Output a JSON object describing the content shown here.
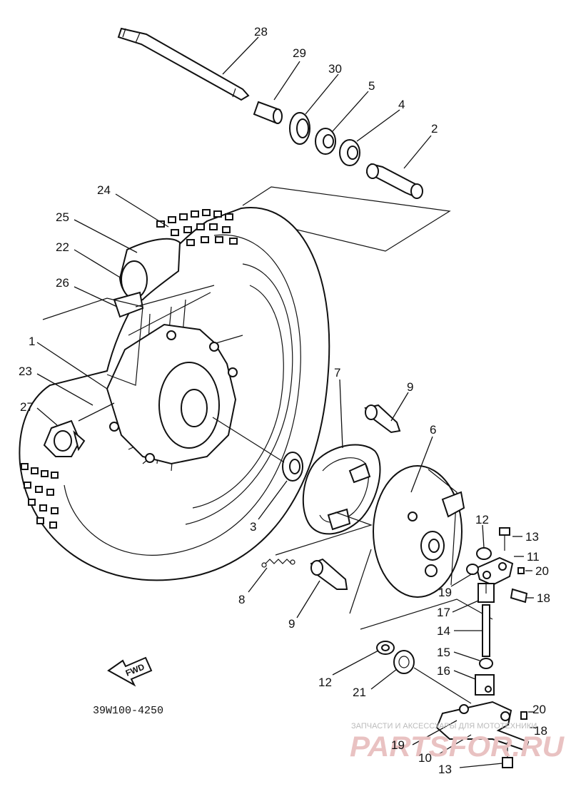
{
  "diagram_code": "39W100-4250",
  "fwd_label": "FWD",
  "watermark": {
    "caption": "ЗАПЧАСТИ И АКСЕССУАРЫ ДЛЯ МОТОТЕХНИКИ",
    "brand": "PARTSFOR.RU"
  },
  "callouts": {
    "c28": "28",
    "c29": "29",
    "c30": "30",
    "c5": "5",
    "c4": "4",
    "c2": "2",
    "c24": "24",
    "c25": "25",
    "c22": "22",
    "c26": "26",
    "c1": "1",
    "c23": "23",
    "c27": "27",
    "c7": "7",
    "c9a": "9",
    "c6": "6",
    "c3": "3",
    "c8": "8",
    "c9b": "9",
    "c12a": "12",
    "c13a": "13",
    "c11": "11",
    "c20a": "20",
    "c19a": "19",
    "c18a": "18",
    "c17": "17",
    "c14": "14",
    "c15": "15",
    "c16": "16",
    "c12b": "12",
    "c21": "21",
    "c20b": "20",
    "c18b": "18",
    "c19b": "19",
    "c10": "10",
    "c13b": "13"
  }
}
